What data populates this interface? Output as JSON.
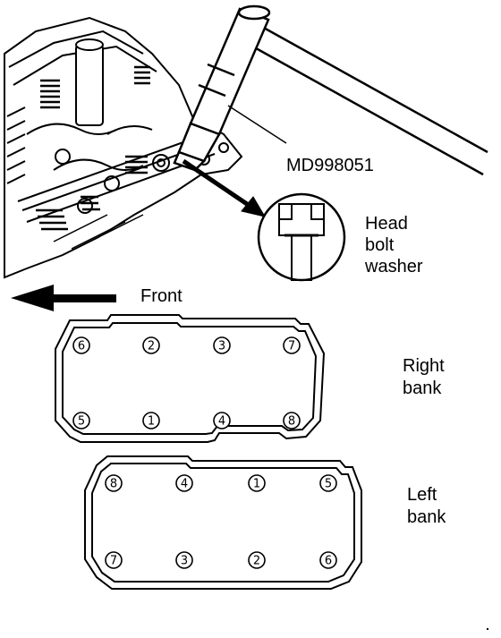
{
  "tool_label": "MD998051",
  "washer_label": [
    "Head",
    "bolt",
    "washer"
  ],
  "direction_label": "Front",
  "right_bank": {
    "label": [
      "Right",
      "bank"
    ],
    "bolts_top": [
      "6",
      "2",
      "3",
      "7"
    ],
    "bolts_bottom": [
      "5",
      "1",
      "4",
      "8"
    ]
  },
  "left_bank": {
    "label": [
      "Left",
      "bank"
    ],
    "bolts_top": [
      "8",
      "4",
      "1",
      "5"
    ],
    "bolts_bottom": [
      "7",
      "3",
      "2",
      "6"
    ]
  },
  "icons": {
    "engine": "engine-cylinder-head-icon",
    "wrench": "torque-wrench-icon",
    "washer": "head-bolt-washer-icon",
    "arrow": "front-arrow-icon"
  },
  "colors": {
    "ink": "#000000",
    "paper": "#ffffff"
  }
}
